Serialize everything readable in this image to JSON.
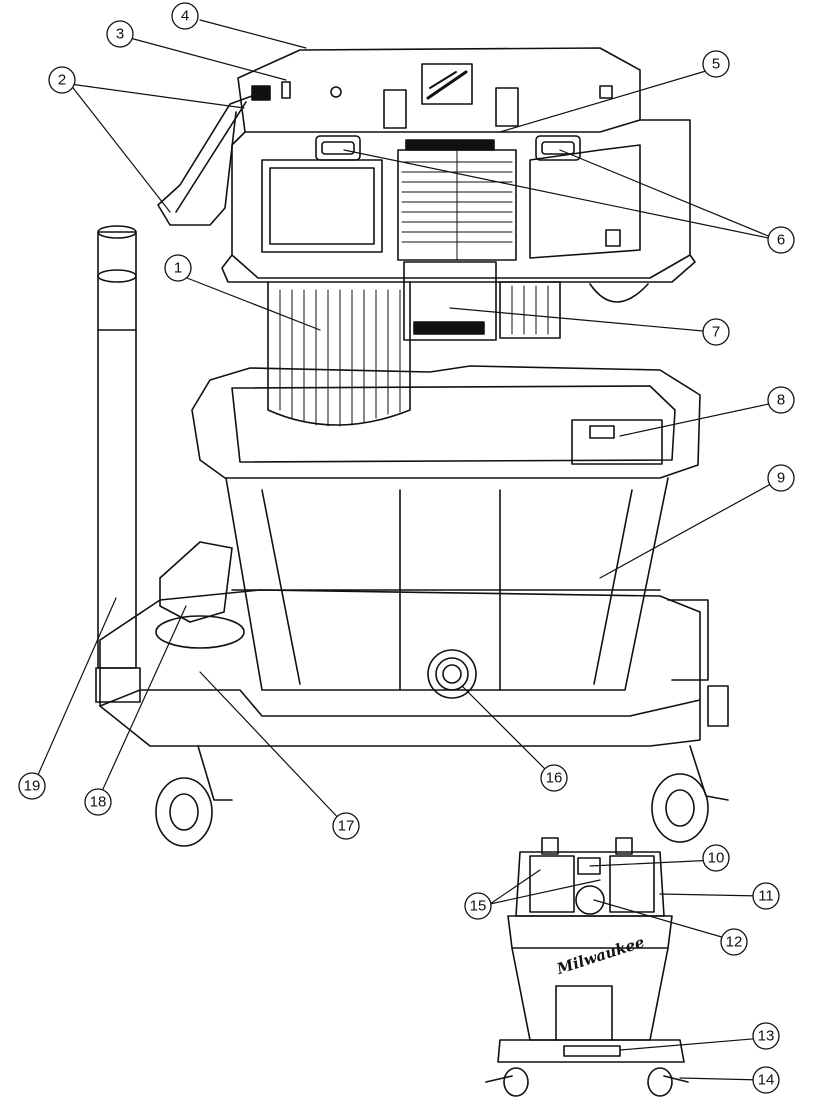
{
  "figure": {
    "callouts": [
      {
        "id": "c1",
        "label": "1"
      },
      {
        "id": "c2",
        "label": "2"
      },
      {
        "id": "c3",
        "label": "3"
      },
      {
        "id": "c4",
        "label": "4"
      },
      {
        "id": "c5",
        "label": "5"
      },
      {
        "id": "c6",
        "label": "6"
      },
      {
        "id": "c7",
        "label": "7"
      },
      {
        "id": "c8",
        "label": "8"
      },
      {
        "id": "c9",
        "label": "9"
      },
      {
        "id": "c10",
        "label": "10"
      },
      {
        "id": "c11",
        "label": "11"
      },
      {
        "id": "c12",
        "label": "12"
      },
      {
        "id": "c13",
        "label": "13"
      },
      {
        "id": "c14",
        "label": "14"
      },
      {
        "id": "c15",
        "label": "15"
      },
      {
        "id": "c16",
        "label": "16"
      },
      {
        "id": "c17",
        "label": "17"
      },
      {
        "id": "c18",
        "label": "18"
      },
      {
        "id": "c19",
        "label": "19"
      }
    ],
    "brand_logo": "Milwaukee"
  }
}
